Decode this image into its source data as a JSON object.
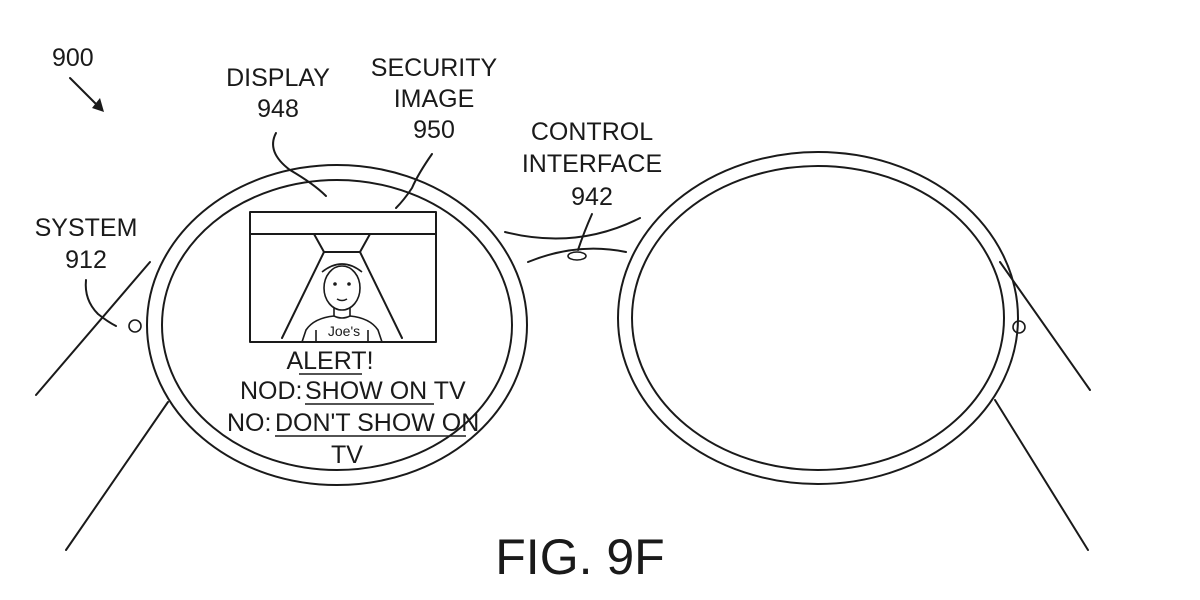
{
  "figure": {
    "number_ref": "900",
    "caption": "FIG. 9F"
  },
  "labels": {
    "display": {
      "name": "DISPLAY",
      "ref": "948"
    },
    "security_image": {
      "line1": "SECURITY",
      "line2": "IMAGE",
      "ref": "950"
    },
    "control_interface": {
      "line1": "CONTROL",
      "line2": "INTERFACE",
      "ref": "942"
    },
    "system": {
      "name": "SYSTEM",
      "ref": "912"
    }
  },
  "display_content": {
    "shirt_text": "Joe's",
    "alert_title": "ALERT!",
    "line1_prefix": "NOD:",
    "line1_action": "SHOW ON TV",
    "line2_prefix": "NO:",
    "line2_action": "DON'T SHOW ON",
    "line3": "TV"
  }
}
